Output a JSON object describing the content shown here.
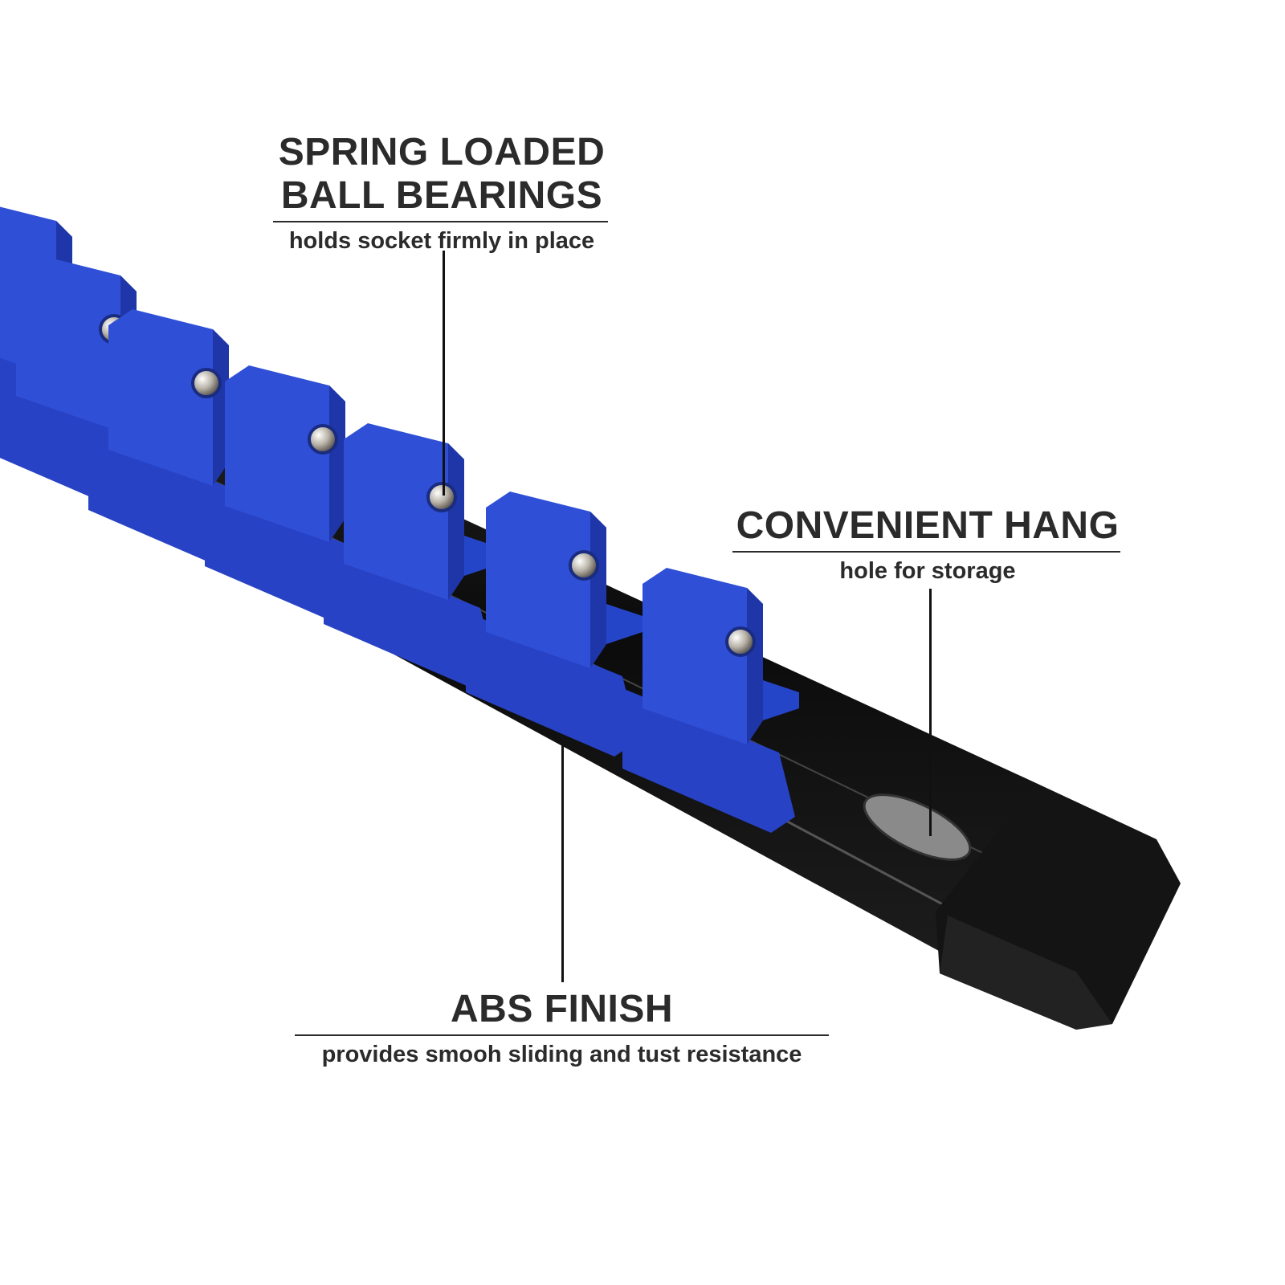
{
  "callouts": {
    "spring": {
      "title_line1": "SPRING LOADED",
      "title_line2": "BALL BEARINGS",
      "subtitle": "holds socket firmly in place"
    },
    "hang": {
      "title": "CONVENIENT HANG",
      "subtitle": "hole for storage"
    },
    "abs": {
      "title": "ABS FINISH",
      "subtitle": "provides smooh sliding and tust resistance"
    }
  },
  "colors": {
    "clip_blue": "#2f4fd6",
    "rail_black": "#111111",
    "text": "#2b2b2b"
  }
}
